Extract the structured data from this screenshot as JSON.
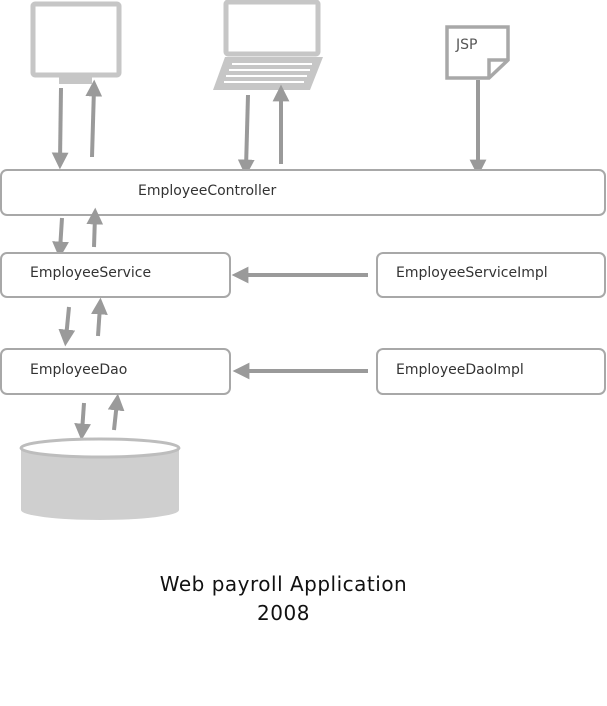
{
  "diagram": {
    "nodes": {
      "controller": "EmployeeController",
      "service": "EmployeeService",
      "service_impl": "EmployeeServiceImpl",
      "dao": "EmployeeDao",
      "dao_impl": "EmployeeDaoImpl",
      "jsp": "JSP"
    },
    "icons": {
      "desktop": "desktop-monitor-icon",
      "laptop": "laptop-icon",
      "jsp_file": "document-icon",
      "database": "database-cylinder-icon"
    },
    "colors": {
      "stroke": "#9a9a9a",
      "fill_light": "#d2d2d2",
      "fill_dark": "#b8b8b8",
      "text": "#333333"
    }
  },
  "caption": {
    "title": "Web payroll Application",
    "year": "2008"
  }
}
